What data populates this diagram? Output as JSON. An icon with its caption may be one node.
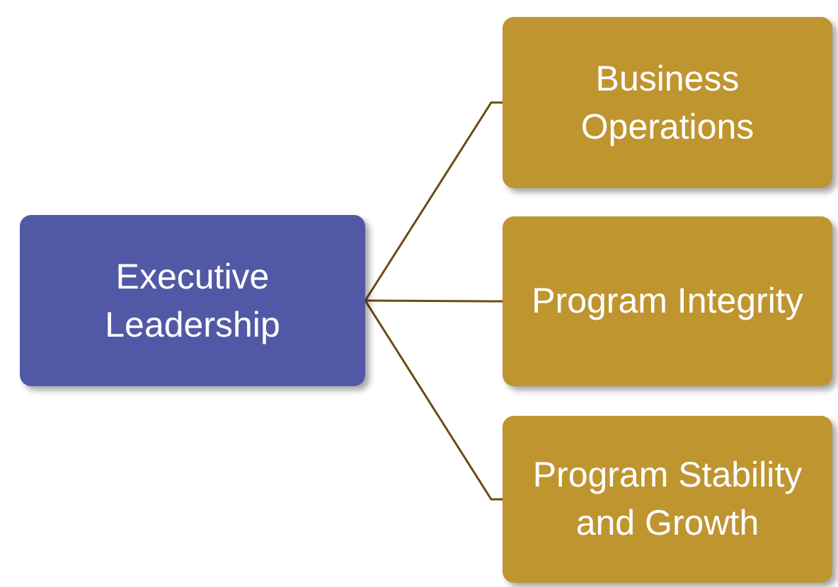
{
  "diagram": {
    "nodes": [
      {
        "text": [
          "Executive Leadership"
        ]
      },
      {
        "text": [
          "Business Operations"
        ]
      },
      {
        "text": [
          "Program Integrity"
        ]
      },
      {
        "text": [
          "Program Stability and Growth"
        ]
      }
    ],
    "edges": [
      {
        "from": 0,
        "to": 1,
        "arrow": "none"
      },
      {
        "from": 0,
        "to": 2,
        "arrow": "none"
      },
      {
        "from": 0,
        "to": 3,
        "arrow": "none"
      }
    ]
  }
}
